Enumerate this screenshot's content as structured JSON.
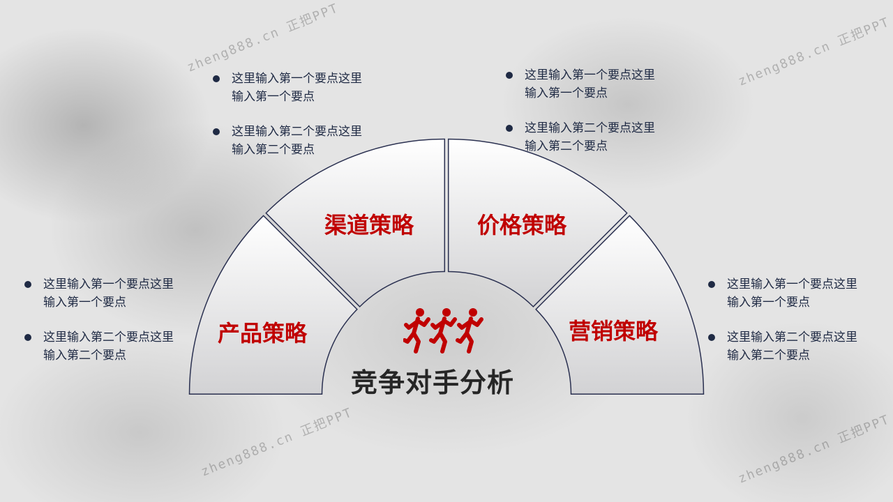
{
  "watermark": "zheng888.cn 正把PPT",
  "title": "竞争对手分析",
  "colors": {
    "accent": "#c00000",
    "text": "#1f2a44",
    "outline": "#2a3050"
  },
  "segments": [
    {
      "label": "产品策略"
    },
    {
      "label": "渠道策略"
    },
    {
      "label": "价格策略"
    },
    {
      "label": "营销策略"
    }
  ],
  "groups": {
    "top_left": [
      "这里输入第一个要点这里输入第一个要点",
      "这里输入第二个要点这里输入第二个要点"
    ],
    "top_right": [
      "这里输入第一个要点这里输入第一个要点",
      "这里输入第二个要点这里输入第二个要点"
    ],
    "left": [
      "这里输入第一个要点这里输入第一个要点",
      "这里输入第二个要点这里输入第二个要点"
    ],
    "right": [
      "这里输入第一个要点这里输入第一个要点",
      "这里输入第二个要点这里输入第二个要点"
    ]
  }
}
